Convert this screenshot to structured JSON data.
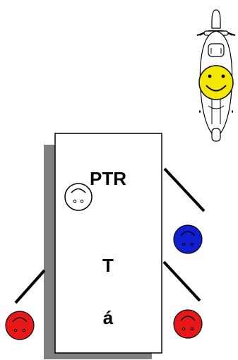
{
  "diagram": {
    "block_labels": {
      "top": "PTR",
      "middle": "T",
      "bottom": "á"
    },
    "figures": [
      {
        "name": "rider-face",
        "color": "#f5e800",
        "expression": "smile"
      },
      {
        "name": "occupant-face",
        "color": "#ffffff",
        "expression": "upside-down"
      },
      {
        "name": "right-upper-face",
        "color": "#1020d0",
        "expression": "upside-down"
      },
      {
        "name": "right-lower-face",
        "color": "#e81818",
        "expression": "upside-down"
      },
      {
        "name": "left-lower-face",
        "color": "#e81818",
        "expression": "upside-down"
      }
    ],
    "colors": {
      "block_fill": "#ffffff",
      "block_shadow": "#808080",
      "line": "#000000"
    }
  }
}
